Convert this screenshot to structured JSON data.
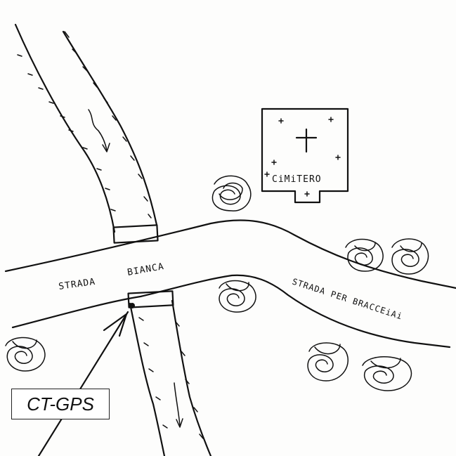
{
  "labels": {
    "strada": "STRADA",
    "bianca": "BIANCA",
    "cimitero": "CiMiTERO",
    "strada_per_braccelai": "STRADA PER BRACCEiAi",
    "gps_box": "CT-GPS"
  },
  "icons": {
    "cemetery_cross": "cross-icon",
    "tree": "tree-icon",
    "flow_arrow": "arrow-down-icon",
    "gps_pointer": "arrow-icon"
  },
  "colors": {
    "ink": "#111111",
    "paper": "#fdfdfc"
  }
}
